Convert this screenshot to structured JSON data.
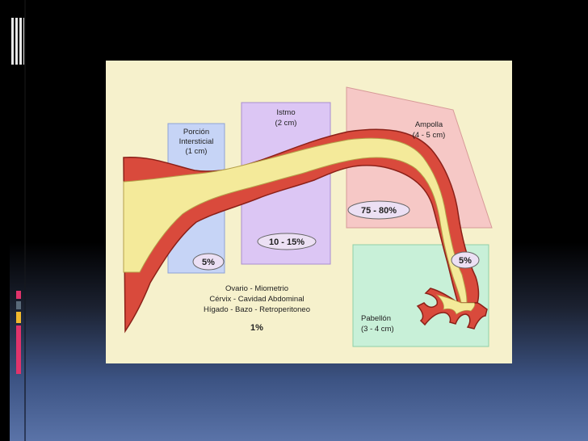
{
  "regions": {
    "intersticial": {
      "name": "Porción",
      "name2": "Intersticial",
      "size": "(1 cm)",
      "percent": "5%",
      "color": "#c6d4f6"
    },
    "istmo": {
      "name": "Istmo",
      "size": "(2 cm)",
      "percent": "10 - 15%",
      "color": "#dcc6f4"
    },
    "ampolla": {
      "name": "Ampolla",
      "size": "(4 - 5 cm)",
      "percent": "75 - 80%",
      "color": "#f6c8c6"
    },
    "pabellon": {
      "name": "Pabellón",
      "size": "(3 - 4 cm)",
      "percent": "5%",
      "color": "#c8f0d8"
    }
  },
  "other_sites": {
    "line1": "Ovario - Miometrio",
    "line2": "Cérvix - Cavidad Abdominal",
    "line3": "Hígado - Bazo - Retroperitoneo",
    "percent": "1%"
  },
  "colors": {
    "background": "#f6f1cc",
    "tube_wall": "#d94a3c",
    "tube_lumen": "#f4ea9a",
    "badge": "#ece0f4"
  }
}
